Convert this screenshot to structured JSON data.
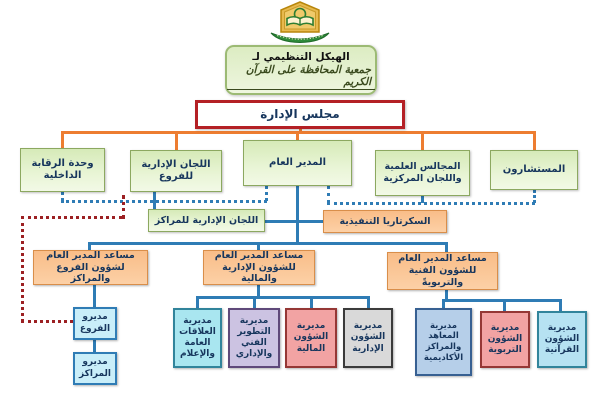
{
  "header": {
    "title_line1": "الهيكل التنظيمي لـ",
    "title_line2": "جمعية المحافظة على القرآن الكريم",
    "logo_name": "association-emblem"
  },
  "nodes": {
    "board": "مجلس الإدارة",
    "internal_audit_unit": "وحدة الرقابة الداخلية",
    "branch_admin_committees": "اللجان الإدارية للفروع",
    "general_director": "المدير العام",
    "scientific_councils": "المجالس العلمية واللجان المركزية",
    "consultants": "المستشارون",
    "center_admin_committees": "اللجان الإدارية للمراكز",
    "executive_secretariat": "السكرتاريا التنفيذية",
    "assistant_gd_branches_centers": "مساعد المدير العام لشؤون الفروع والمراكز",
    "assistant_gd_admin_financial": "مساعد المدير العام للشؤون الإدارية والمالية",
    "assistant_gd_technical_educational": "مساعد المدير العام للشؤون الفنية والتربويةً",
    "branch_directors": "مديرو الفروع",
    "center_directors": "مديرو المراكز",
    "public_relations_media_directorate": "مديرية العلاقات العامة والإعلام",
    "technical_admin_development_directorate": "مديرية التطوير الفني والإداري",
    "financial_affairs_directorate": "مديرية الشؤون المالية",
    "admin_affairs_directorate": "مديرية الشؤون الإدارية",
    "institutes_academic_centers_directorate": "مديرية المعاهد والمراكز الأكاديمية",
    "educational_affairs_directorate": "مديرية الشؤون التربوية",
    "quranic_affairs_directorate": "مديرية الشؤون القرآنية"
  },
  "colors": {
    "green_box_fill": "#e3f1cf",
    "green_box_border": "#8ca860",
    "board_border": "#b42025",
    "orange_box_fill": "#fac597",
    "orange_box_border": "#d98e4a",
    "light_blue_fill": "#c9eef9",
    "light_blue_border": "#2f7cb5",
    "cyan_fill": "#a9e6f0",
    "cyan_border": "#31849b",
    "purple_fill": "#ccc3e2",
    "purple_border": "#5f497a",
    "pink_fill": "#f2a3a3",
    "pink_border": "#953735",
    "gray_fill": "#d9d9d9",
    "gray_border": "#3b3b3b",
    "steel_fill": "#b6cfe9",
    "steel_border": "#376092",
    "aqua_fill": "#b6e2f2",
    "aqua_border": "#31849b",
    "connector_orange": "#ed7d31",
    "connector_blue": "#2f7cb5",
    "connector_red_dotted": "#9c2023",
    "text": "#17365d"
  }
}
